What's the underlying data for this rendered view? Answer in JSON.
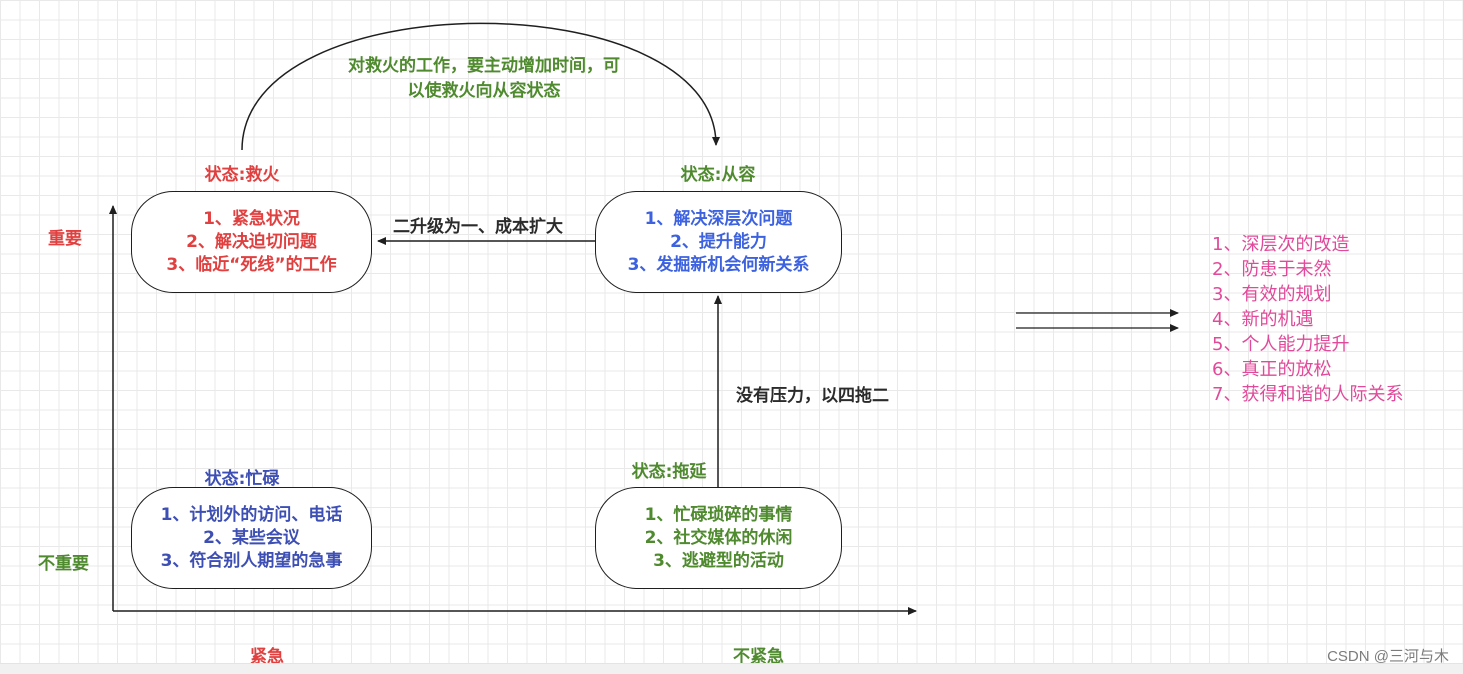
{
  "axes": {
    "y_top": "重要",
    "y_bottom": "不重要",
    "x_left": "紧急",
    "x_right": "不紧急"
  },
  "arc_note": {
    "line1": "对救火的工作，要主动增加时间，可",
    "line2": "以使救火向从容状态"
  },
  "quadrants": {
    "fire": {
      "title": "状态:救火",
      "items": [
        "1、紧急状况",
        "2、解决迫切问题",
        "3、临近“死线”的工作"
      ]
    },
    "calm": {
      "title": "状态:从容",
      "items": [
        "1、解决深层次问题",
        "2、提升能力",
        "3、发掘新机会何新关系"
      ]
    },
    "busy": {
      "title": "状态:忙碌",
      "items": [
        "1、计划外的访问、电话",
        "2、某些会议",
        "3、符合别人期望的急事"
      ]
    },
    "delay": {
      "title": "状态:拖延",
      "items": [
        "1、忙碌琐碎的事情",
        "2、社交媒体的休闲",
        "3、逃避型的活动"
      ]
    }
  },
  "arrows": {
    "calm_to_fire": "二升级为一、成本扩大",
    "delay_to_calm": "没有压力，以四拖二"
  },
  "benefits": [
    "1、深层次的改造",
    "2、防患于未然",
    "3、有效的规划",
    "4、新的机遇",
    "5、个人能力提升",
    "6、真正的放松",
    "7、获得和谐的人际关系"
  ],
  "watermark": "CSDN @三河与木",
  "colors": {
    "important": "#e0403f",
    "not_important": "#4f8a2f",
    "calm_items": "#3d62df",
    "busy_items": "#3e4fb4",
    "benefits": "#e14a9a"
  }
}
